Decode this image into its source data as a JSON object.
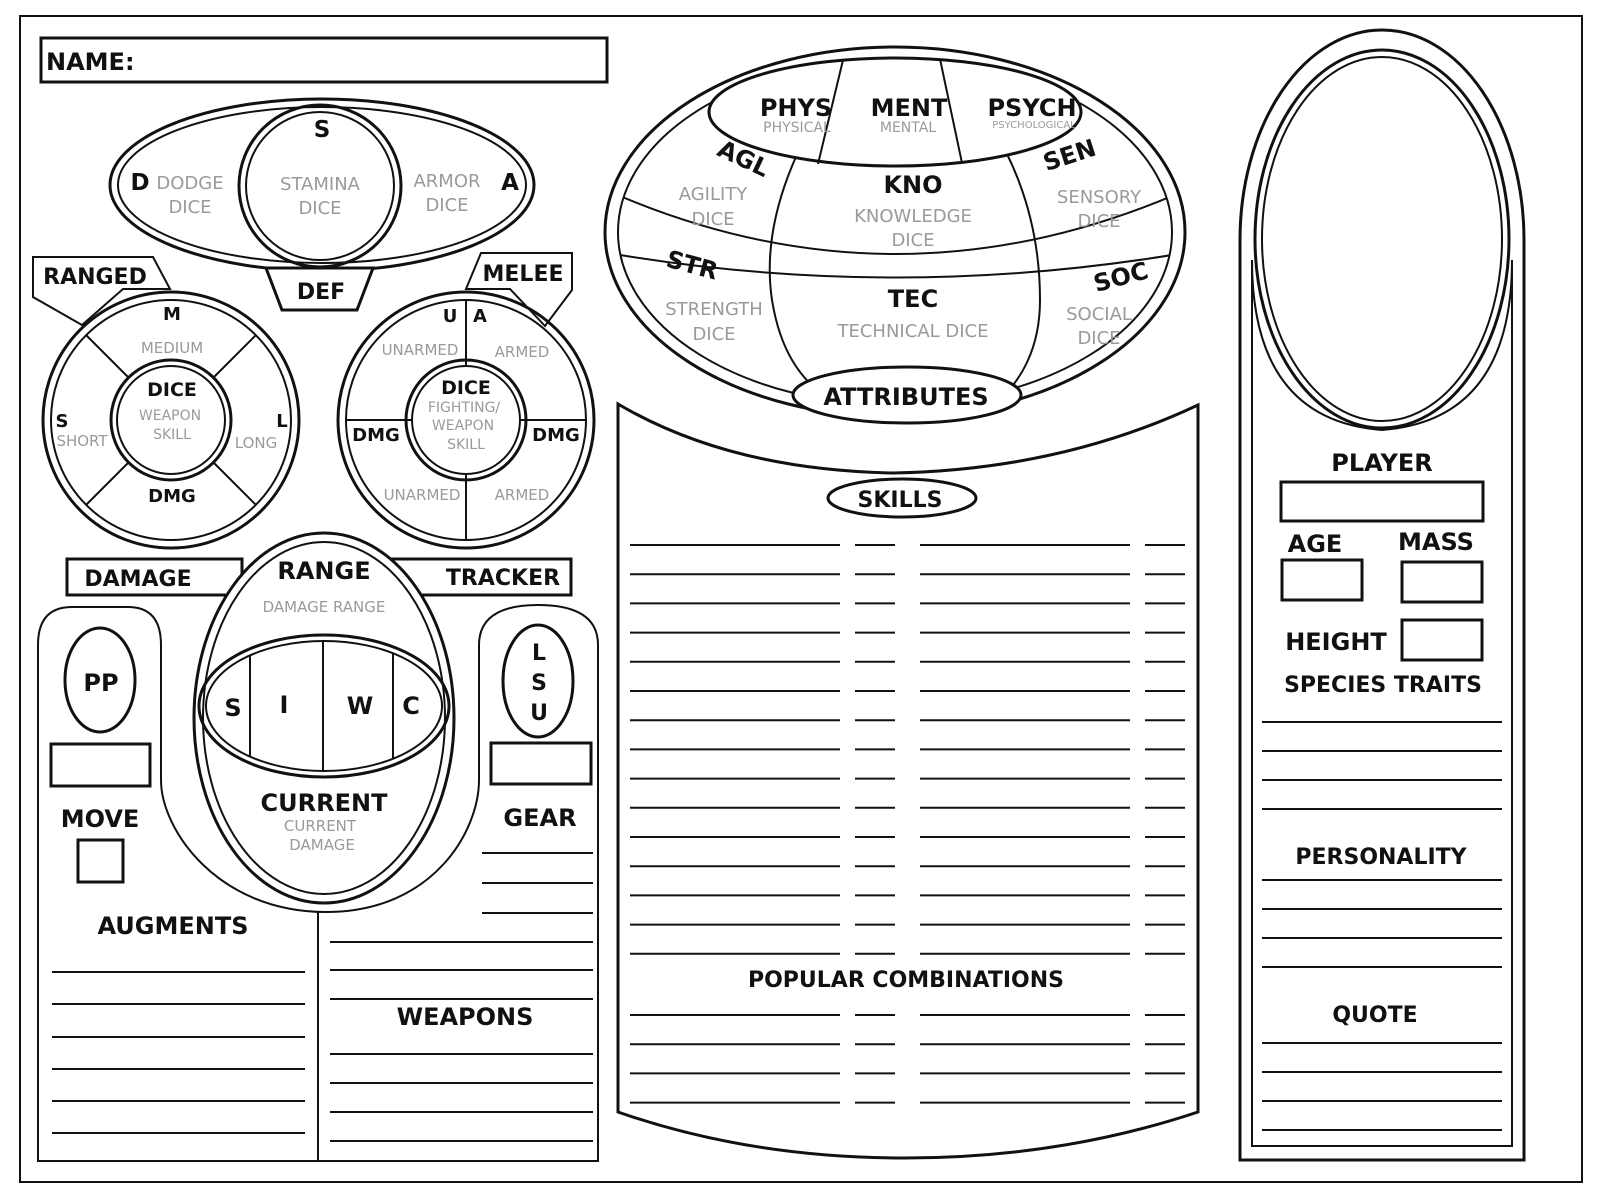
{
  "name": {
    "label": "NAME:"
  },
  "defense": {
    "s": "S",
    "stamina": [
      "STAMINA",
      "DICE"
    ],
    "d": "D",
    "dodge": [
      "DODGE",
      "DICE"
    ],
    "a": "A",
    "armor": [
      "ARMOR",
      "DICE"
    ],
    "title": "DEF"
  },
  "ranged": {
    "title": "RANGED",
    "m": "M",
    "medium": "MEDIUM",
    "s": "S",
    "short": "SHORT",
    "l": "L",
    "long": "LONG",
    "dice": "DICE",
    "skill": [
      "WEAPON",
      "SKILL"
    ],
    "dmg": "DMG"
  },
  "melee": {
    "title": "MELEE",
    "u": "U",
    "a": "A",
    "unarmed": "UNARMED",
    "armed": "ARMED",
    "dice": "DICE",
    "skill": [
      "FIGHTING/",
      "WEAPON",
      "SKILL"
    ],
    "dmg": "DMG"
  },
  "tracker": {
    "damage": "DAMAGE",
    "range": "RANGE",
    "tracker": "TRACKER",
    "damage_range": "DAMAGE RANGE",
    "cells": [
      "S",
      "I",
      "W",
      "C"
    ],
    "current": "CURRENT",
    "current_damage": [
      "CURRENT",
      "DAMAGE"
    ]
  },
  "left": {
    "pp": "PP",
    "move": "MOVE",
    "augments": "AUGMENTS"
  },
  "right_gear": {
    "lsu": [
      "L",
      "S",
      "U"
    ],
    "gear": "GEAR",
    "weapons": "WEAPONS"
  },
  "attributes": {
    "phys": "PHYS",
    "physical": "PHYSICAL",
    "ment": "MENT",
    "mental": "MENTAL",
    "psych": "PSYCH",
    "psychological": "PSYCHOLOGICAL",
    "agl": "AGL",
    "agility": [
      "AGILITY",
      "DICE"
    ],
    "kno": "KNO",
    "knowledge": [
      "KNOWLEDGE",
      "DICE"
    ],
    "sen": "SEN",
    "sensory": [
      "SENSORY",
      "DICE"
    ],
    "str": "STR",
    "strength": [
      "STRENGTH",
      "DICE"
    ],
    "tec": "TEC",
    "technical": "TECHNICAL DICE",
    "soc": "SOC",
    "social": [
      "SOCIAL",
      "DICE"
    ],
    "title": "ATTRIBUTES"
  },
  "skills": {
    "title": "SKILLS",
    "popular": "POPULAR COMBINATIONS"
  },
  "profile": {
    "player": "PLAYER",
    "age": "AGE",
    "mass": "MASS",
    "height": "HEIGHT",
    "species": "SPECIES TRAITS",
    "personality": "PERSONALITY",
    "quote": "QUOTE"
  }
}
